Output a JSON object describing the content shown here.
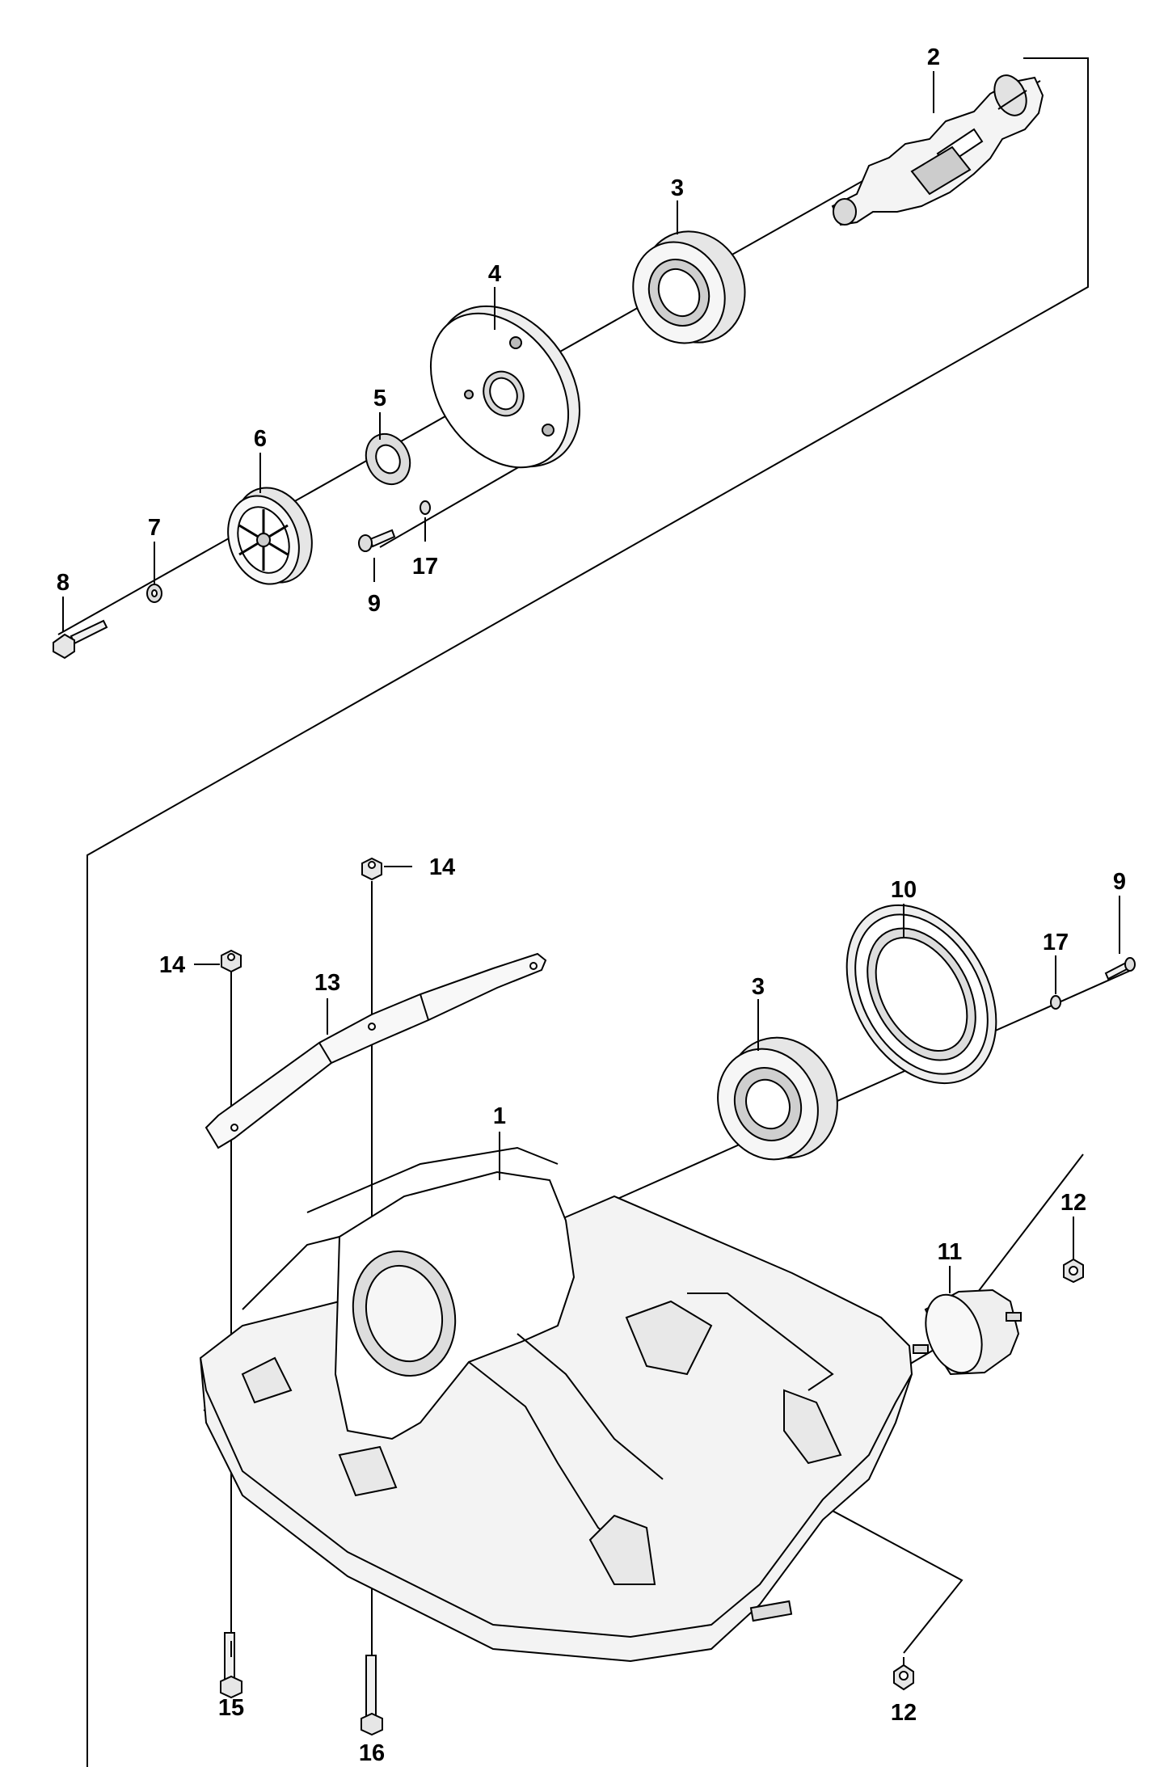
{
  "diagram": {
    "colors": {
      "line": "#000000",
      "part_fill": "#ffffff",
      "shade_light": "#f2f2f2",
      "shade_mid": "#d9d9d9",
      "shade_dark": "#b5b5b5"
    },
    "callouts": {
      "c1": "1",
      "c2": "2",
      "c3a": "3",
      "c3b": "3",
      "c4": "4",
      "c5": "5",
      "c6": "6",
      "c7": "7",
      "c8": "8",
      "c9a": "9",
      "c9b": "9",
      "c10": "10",
      "c11": "11",
      "c12a": "12",
      "c12b": "12",
      "c13": "13",
      "c14a": "14",
      "c14b": "14",
      "c15": "15",
      "c16": "16",
      "c17a": "17",
      "c17b": "17"
    }
  }
}
